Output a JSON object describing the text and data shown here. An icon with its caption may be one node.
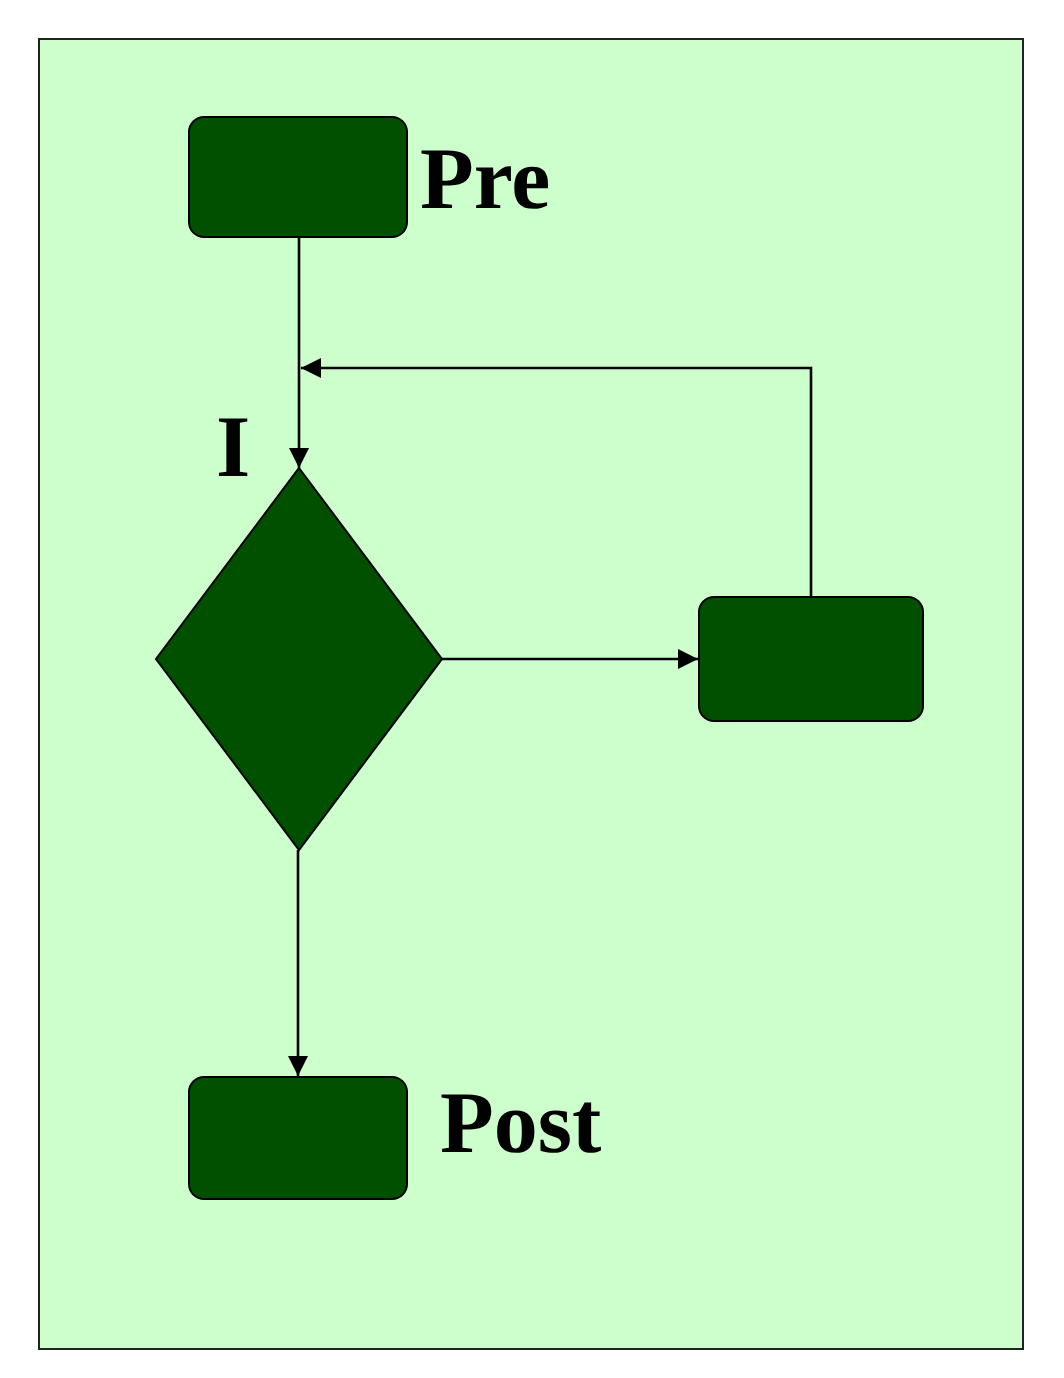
{
  "diagram": {
    "nodes": [
      {
        "text": [],
        "shape": "box"
      },
      {
        "text": [],
        "shape": "box",
        "beside": [
          "Pre"
        ],
        "in": 0
      },
      {
        "text": [],
        "shape": "diamond",
        "beside": [
          "I"
        ],
        "in": 0
      },
      {
        "text": [],
        "shape": "box",
        "in": 0
      },
      {
        "text": [],
        "shape": "box",
        "beside": [
          "Post"
        ],
        "in": 0
      }
    ],
    "edges": [
      {
        "from": 1,
        "to": 2,
        "arrow": "to"
      },
      {
        "from": 2,
        "to": 3,
        "arrow": "to"
      },
      {
        "from": 3,
        "to": 2,
        "arrow": "to"
      },
      {
        "from": 2,
        "to": 4,
        "arrow": "to"
      }
    ]
  }
}
